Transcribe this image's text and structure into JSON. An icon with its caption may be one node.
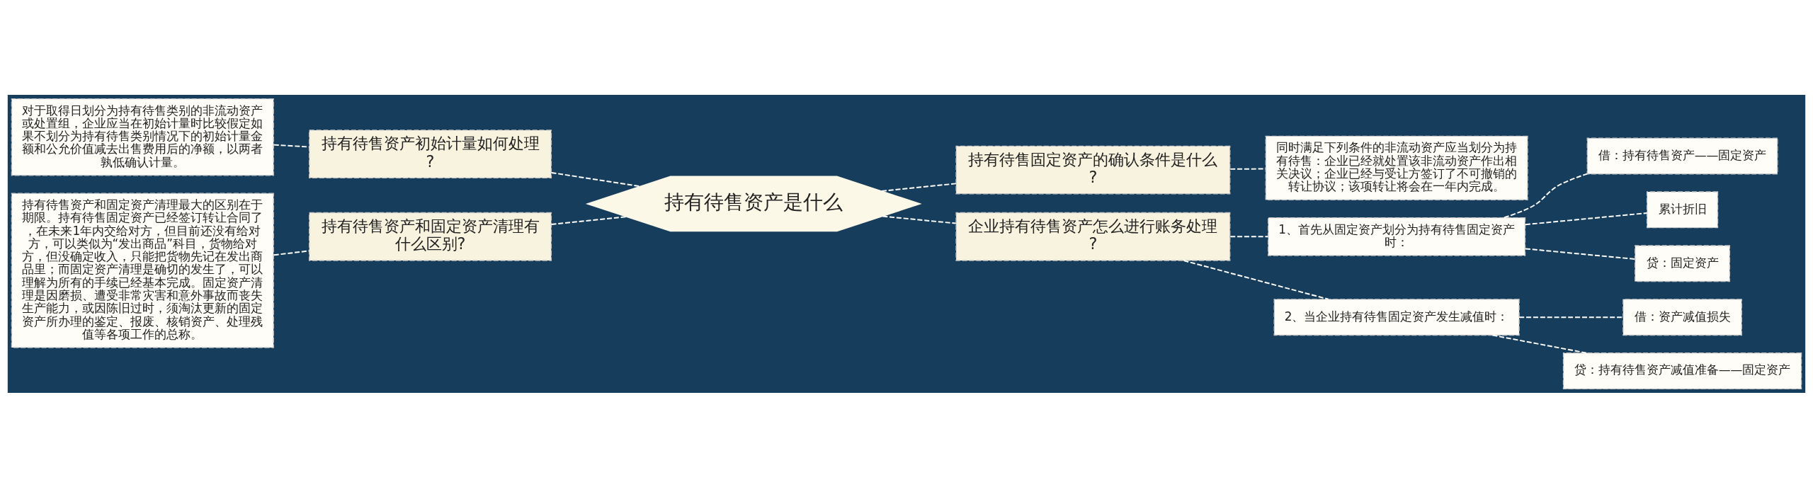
{
  "diagram": {
    "nodes": [
      {
        "text": [
          "持有待售资产是什么"
        ]
      },
      {
        "text": [
          "持有待售资产初始计量如何处理?"
        ]
      },
      {
        "text": [
          "对于取得日划分为持有待售类别的非流动资产或处置组，企业应当在初始计量时比较假定如果不划分为持有待售类别情况下的初始计量金额和公允价值减去出售费用后的净额，以两者孰低确认计量。"
        ]
      },
      {
        "text": [
          "持有待售资产和固定资产清理有什么区别?"
        ]
      },
      {
        "text": [
          "持有待售资产和固定资产清理最大的区别在于期限。持有待售固定资产已经签订转让合同了，在未来1年内交给对方，但目前还没有给对方，可以类似为“发出商品”科目，货物给对方，但没确定收入，只能把货物先记在发出商品里；而固定资产清理是确切的发生了，可以理解为所有的手续已经基本完成。固定资产清理是因磨损、遭受非常灾害和意外事故而丧失生产能力，或因陈旧过时，须淘汰更新的固定资产所办理的鉴定、报废、核销资产、处理残值等各项工作的总称。"
        ]
      },
      {
        "text": [
          "持有待售固定资产的确认条件是什么?"
        ]
      },
      {
        "text": [
          "同时满足下列条件的非流动资产应当划分为持有待售：企业已经就处置该非流动资产作出相关决议；企业已经与受让方签订了不可撤销的转让协议；该项转让将会在一年内完成。"
        ]
      },
      {
        "text": [
          "企业持有待售资产怎么进行账务处理?"
        ]
      },
      {
        "text": [
          "1、首先从固定资产划分为持有待售固定资产时："
        ]
      },
      {
        "text": [
          "借：持有待售资产——固定资产"
        ]
      },
      {
        "text": [
          "累计折旧"
        ]
      },
      {
        "text": [
          "贷：固定资产"
        ]
      },
      {
        "text": [
          "2、当企业持有待售固定资产发生减值时："
        ]
      },
      {
        "text": [
          "借：资产减值损失"
        ]
      },
      {
        "text": [
          "贷：持有待售资产减值准备——固定资产"
        ]
      }
    ],
    "edges": [
      {
        "from": 0,
        "to": 1,
        "arrow": "none",
        "style": "dashed"
      },
      {
        "from": 1,
        "to": 2,
        "arrow": "none",
        "style": "dashed"
      },
      {
        "from": 0,
        "to": 3,
        "arrow": "none",
        "style": "dashed"
      },
      {
        "from": 3,
        "to": 4,
        "arrow": "none",
        "style": "dashed"
      },
      {
        "from": 0,
        "to": 5,
        "arrow": "none",
        "style": "dashed"
      },
      {
        "from": 5,
        "to": 6,
        "arrow": "none",
        "style": "dashed"
      },
      {
        "from": 0,
        "to": 7,
        "arrow": "none",
        "style": "dashed"
      },
      {
        "from": 7,
        "to": 8,
        "arrow": "none",
        "style": "dashed"
      },
      {
        "from": 8,
        "to": 9,
        "arrow": "none",
        "style": "dashed"
      },
      {
        "from": 8,
        "to": 10,
        "arrow": "none",
        "style": "dashed"
      },
      {
        "from": 8,
        "to": 11,
        "arrow": "none",
        "style": "dashed"
      },
      {
        "from": 7,
        "to": 12,
        "arrow": "none",
        "style": "dashed"
      },
      {
        "from": 12,
        "to": 13,
        "arrow": "none",
        "style": "dashed"
      },
      {
        "from": 12,
        "to": 14,
        "arrow": "none",
        "style": "dashed"
      }
    ]
  }
}
